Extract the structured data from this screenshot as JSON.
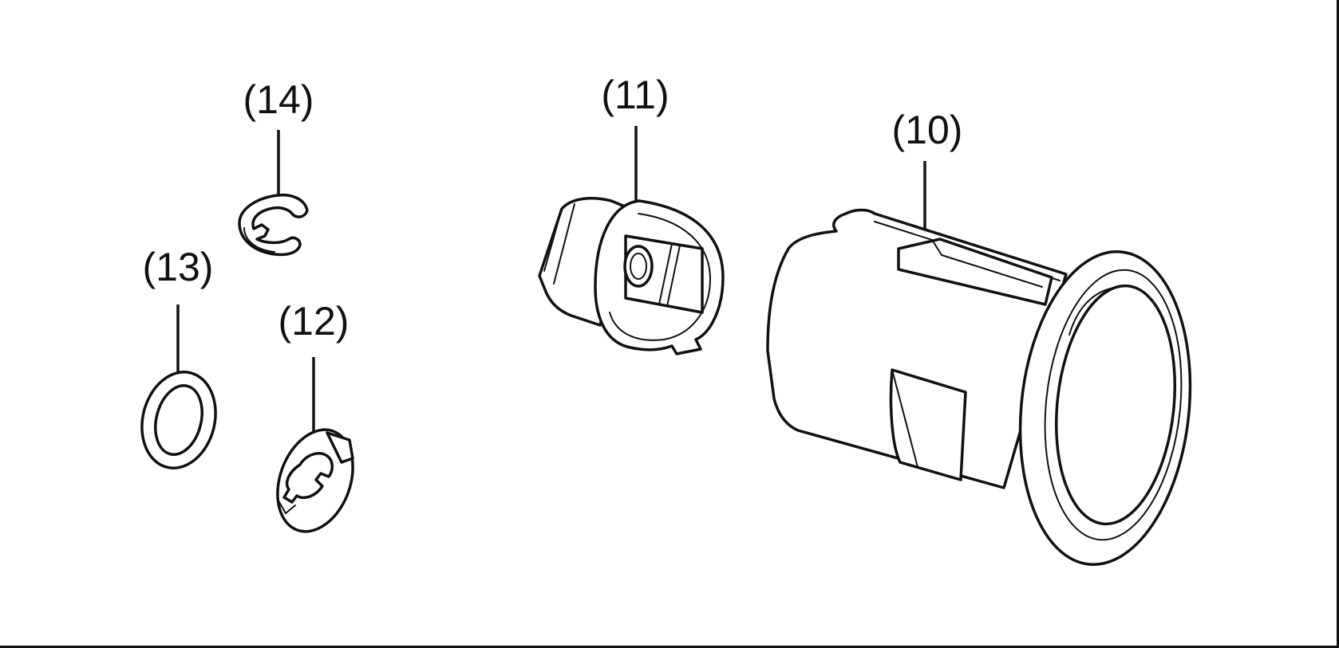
{
  "callouts": {
    "part_10": "(10)",
    "part_11": "(11)",
    "part_12": "(12)",
    "part_13": "(13)",
    "part_14": "(14)"
  },
  "style": {
    "line_color": "#111111",
    "background": "#ffffff"
  }
}
